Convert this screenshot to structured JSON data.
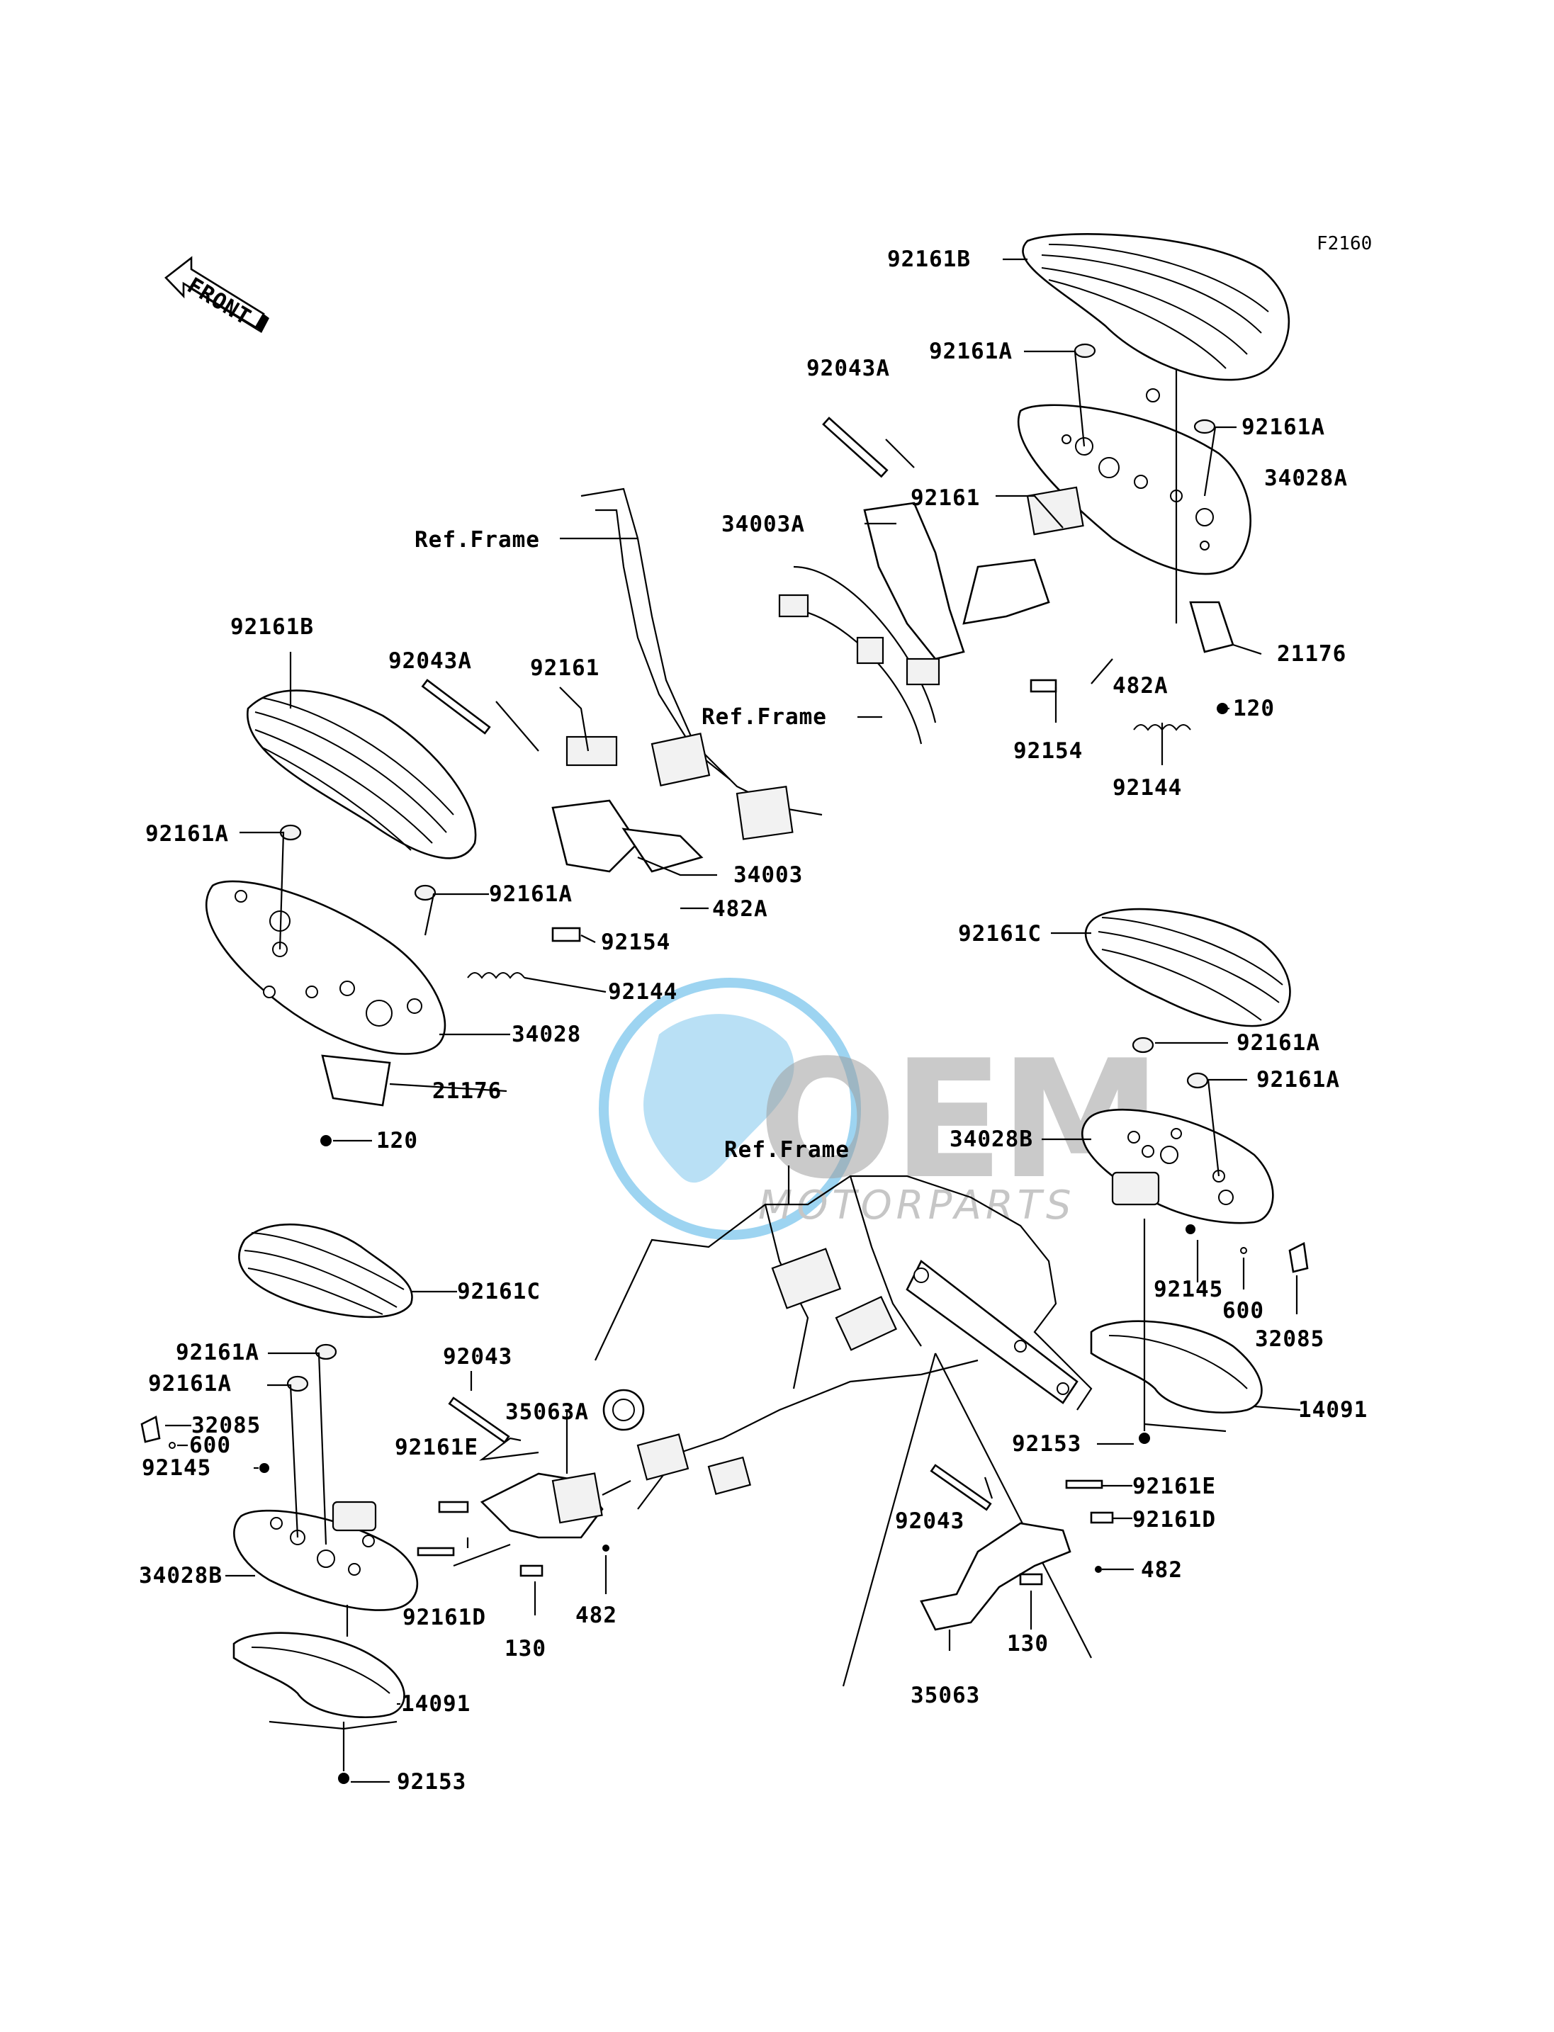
{
  "diagram": {
    "figure_code": "F2160",
    "front_arrow_label": "FRONT",
    "watermark": {
      "brand": "OEM",
      "sub": "MOTORPARTS",
      "colors": {
        "globe": "#5bb8e8",
        "letters": "#8c8c8c",
        "light": "#d8d8d8"
      }
    },
    "labels": {
      "tr_92161B": "92161B",
      "tr_92161A_1": "92161A",
      "tr_92043A": "92043A",
      "tr_92161A_2": "92161A",
      "tr_34028A": "34028A",
      "tr_92161": "92161",
      "tr_34003A": "34003A",
      "tr_ref_frame": "Ref.Frame",
      "tr_21176": "21176",
      "tr_482A": "482A",
      "tr_120": "120",
      "tr_92154": "92154",
      "tr_92144": "92144",
      "tl_ref_frame": "Ref.Frame",
      "tl_92161B": "92161B",
      "tl_92043A": "92043A",
      "tl_92161": "92161",
      "tl_92161A_1": "92161A",
      "tl_92161A_2": "92161A",
      "tl_34003": "34003",
      "tl_482A": "482A",
      "tl_92154": "92154",
      "tl_92144": "92144",
      "tl_34028": "34028",
      "tl_21176": "21176",
      "tl_120": "120",
      "mr_92161C": "92161C",
      "mr_92161A_1": "92161A",
      "mr_92161A_2": "92161A",
      "mr_34028B": "34028B",
      "mr_92145": "92145",
      "mr_600": "600",
      "mr_32085": "32085",
      "mr_14091": "14091",
      "mr_92153": "92153",
      "c_ref_frame": "Ref.Frame",
      "bl_92161C": "92161C",
      "bl_92161A_1": "92161A",
      "bl_92161A_2": "92161A",
      "bl_32085": "32085",
      "bl_600": "600",
      "bl_92145": "92145",
      "bl_34028B": "34028B",
      "bl_14091": "14091",
      "bl_92153": "92153",
      "bc_92043": "92043",
      "bc_35063A": "35063A",
      "bc_92161E": "92161E",
      "bc_92161D": "92161D",
      "bc_130": "130",
      "bc_482": "482",
      "br_92161E": "92161E",
      "br_92161D": "92161D",
      "br_482": "482",
      "br_92043": "92043",
      "br_130": "130",
      "br_35063": "35063"
    }
  }
}
